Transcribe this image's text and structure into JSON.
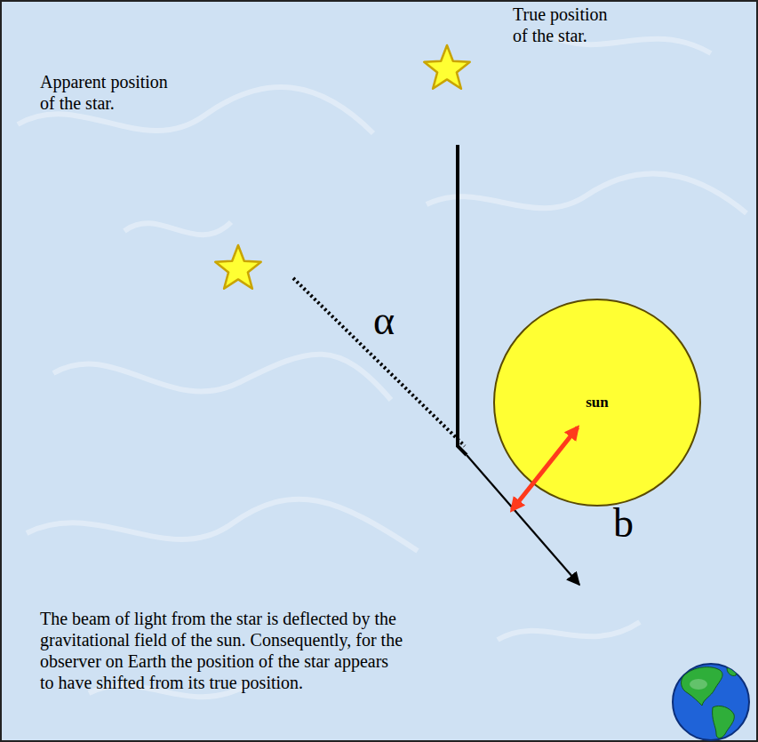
{
  "diagram": {
    "nodes": [
      {
        "text": [
          "sun"
        ]
      }
    ],
    "labels": [
      "True position of the star.",
      "Apparent position of the star.",
      "α",
      "b",
      "The beam of light from the star is deflected by the gravitational field of the sun. Consequently, for the observer on Earth the position of the star appears to have shifted from its true position."
    ]
  }
}
